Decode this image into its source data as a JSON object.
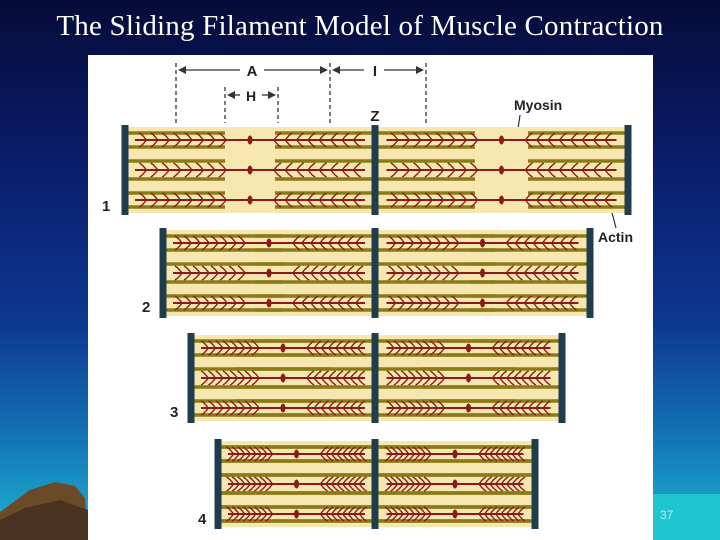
{
  "slide": {
    "title": "The Sliding Filament Model of Muscle Contraction",
    "page_number": "37"
  },
  "figure": {
    "dimension_labels": {
      "a_band": "A",
      "h_zone": "H",
      "i_band": "I",
      "z_line": "Z"
    },
    "filament_labels": {
      "myosin": "Myosin",
      "actin": "Actin"
    },
    "stages": [
      "1",
      "2",
      "3",
      "4"
    ]
  },
  "colors": {
    "z_line": "#1f3d4d",
    "actin": "#8a7a18",
    "myosin": "#8b1a1a",
    "band_bg": "#f6e6b0"
  }
}
